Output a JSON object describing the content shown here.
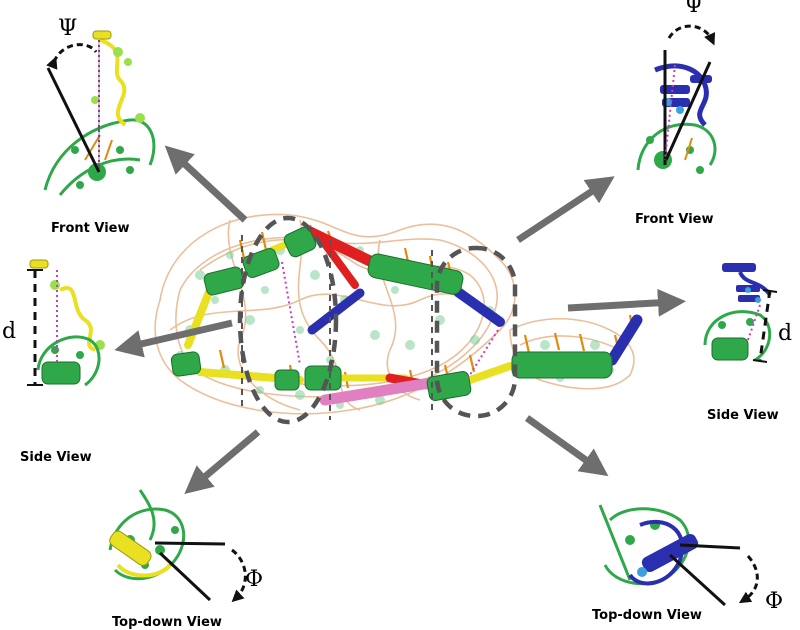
{
  "labels": {
    "front_left": "Front View",
    "front_right": "Front View",
    "side_left": "Side View",
    "side_right": "Side View",
    "top_left": "Top-down View",
    "top_right": "Top-down View"
  },
  "symbols": {
    "psi": "Ψ",
    "d": "d",
    "phi": "Φ"
  },
  "colors": {
    "dna_backbone": "#e8b48a",
    "dna_base": "#7fcf9a",
    "helix_green": "#2fa84a",
    "helix_yellow": "#e8e020",
    "helix_red": "#e02020",
    "helix_blue": "#2a2fb0",
    "helix_pink": "#e080c0",
    "arrow_gray": "#6e6e6e",
    "dashed_magenta": "#c040c0",
    "ladder_orange": "#e08a10"
  },
  "icons": [
    "ellipse-highlight",
    "rectangle-highlight",
    "cylinder-helix",
    "arrow"
  ]
}
